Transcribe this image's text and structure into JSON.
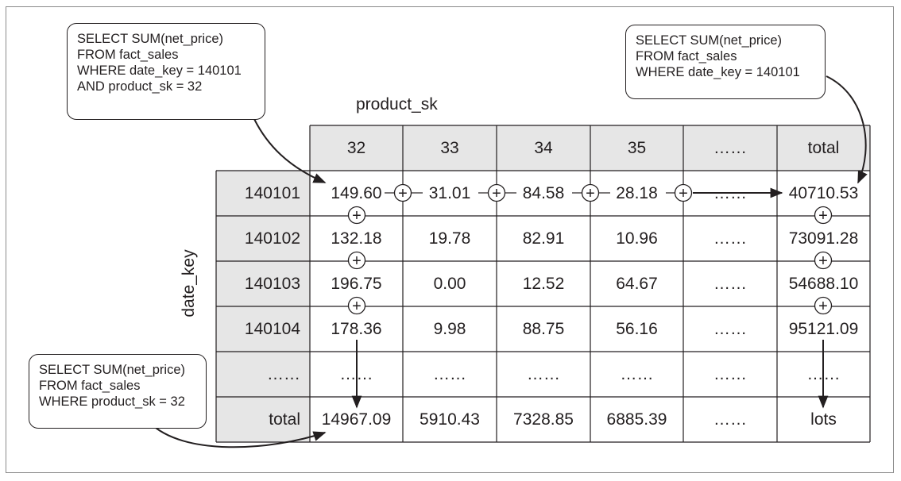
{
  "diagram": {
    "column_axis_label": "product_sk",
    "row_axis_label": "date_key",
    "column_headers": [
      "32",
      "33",
      "34",
      "35",
      "……",
      "total"
    ],
    "row_headers": [
      "140101",
      "140102",
      "140103",
      "140104",
      "……",
      "total"
    ],
    "rows": [
      [
        "149.60",
        "31.01",
        "84.58",
        "28.18",
        "……",
        "40710.53"
      ],
      [
        "132.18",
        "19.78",
        "82.91",
        "10.96",
        "……",
        "73091.28"
      ],
      [
        "196.75",
        "0.00",
        "12.52",
        "64.67",
        "……",
        "54688.10"
      ],
      [
        "178.36",
        "9.98",
        "88.75",
        "56.16",
        "……",
        "95121.09"
      ],
      [
        "……",
        "……",
        "……",
        "……",
        "……",
        "……"
      ],
      [
        "14967.09",
        "5910.43",
        "7328.85",
        "6885.39",
        "……",
        "lots"
      ]
    ],
    "plus_symbol": "+",
    "callouts": {
      "top_left": [
        "SELECT SUM(net_price)",
        "FROM fact_sales",
        "WHERE date_key = 140101",
        "AND product_sk = 32"
      ],
      "top_right": [
        "SELECT SUM(net_price)",
        "FROM fact_sales",
        "WHERE date_key = 140101"
      ],
      "bottom_left": [
        "SELECT SUM(net_price)",
        "FROM fact_sales",
        "WHERE product_sk = 32"
      ]
    }
  },
  "colors": {
    "header_fill": "#e6e6e6",
    "line": "#231f20",
    "frame": "#8a8a8a",
    "background": "#ffffff"
  }
}
